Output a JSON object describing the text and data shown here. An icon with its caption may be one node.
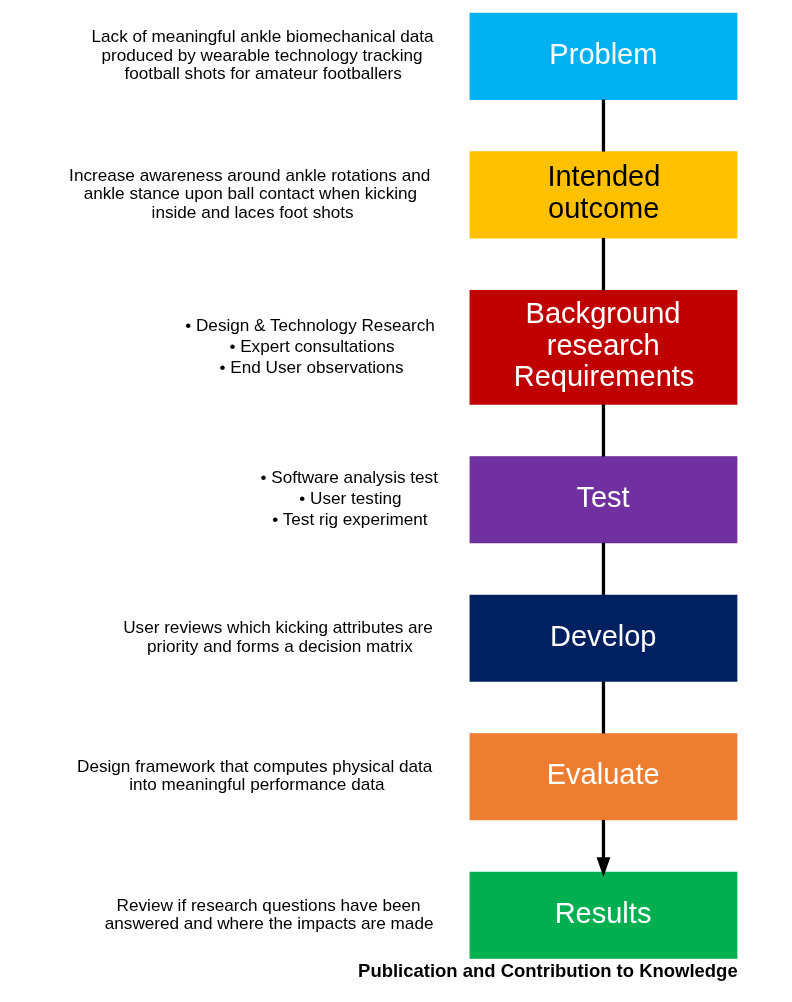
{
  "diagram": {
    "caption": "Publication and Contribution to Knowledge",
    "nodes": [
      {
        "text": [
          "Problem"
        ],
        "beside": [
          "Lack of meaningful ankle biomechanical data produced by wearable technology tracking football shots for amateur footballers"
        ]
      },
      {
        "text": [
          "Intended outcome"
        ],
        "beside": [
          "Increase awareness around ankle rotations and ankle stance upon ball contact when kicking inside and laces foot shots"
        ]
      },
      {
        "text": [
          "Background research Requirements"
        ],
        "beside": [
          "• Design & Technology Research",
          "• Expert consultations",
          "• End User observations"
        ]
      },
      {
        "text": [
          "Test"
        ],
        "beside": [
          "• Software analysis test",
          "• User testing",
          "• Test rig experiment"
        ]
      },
      {
        "text": [
          "Develop"
        ],
        "beside": [
          "User reviews which kicking attributes are priority and forms a decision matrix"
        ]
      },
      {
        "text": [
          "Evaluate"
        ],
        "beside": [
          "Design framework that computes physical data into meaningful performance data"
        ]
      },
      {
        "text": [
          "Results"
        ],
        "beside": [
          "Review if research questions have been answered and where the impacts are made"
        ]
      }
    ],
    "edges": [
      {
        "from": 0,
        "to": 1,
        "arrow": "none"
      },
      {
        "from": 1,
        "to": 2,
        "arrow": "none"
      },
      {
        "from": 2,
        "to": 3,
        "arrow": "none"
      },
      {
        "from": 3,
        "to": 4,
        "arrow": "none"
      },
      {
        "from": 4,
        "to": 5,
        "arrow": "none"
      },
      {
        "from": 5,
        "to": 6,
        "arrow": "to"
      }
    ]
  }
}
